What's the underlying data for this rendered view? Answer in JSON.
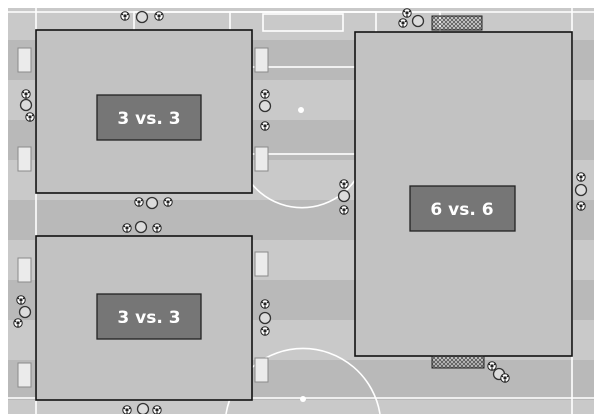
{
  "zones": [
    {
      "label": "3 vs. 3"
    },
    {
      "label": "3 vs. 3"
    },
    {
      "label": "6 vs. 6"
    }
  ],
  "colors": {
    "pitch_light": "#c9c9c9",
    "pitch_dark": "#b7b7b7",
    "zone_fill": "#c3c3c3",
    "label_box": "#767676",
    "pitch_lines": "#ffffff",
    "zone_border": "#111111"
  },
  "icons": [
    "cone-icon",
    "soccer-ball-icon",
    "mini-goal-icon",
    "goal-net-icon"
  ]
}
